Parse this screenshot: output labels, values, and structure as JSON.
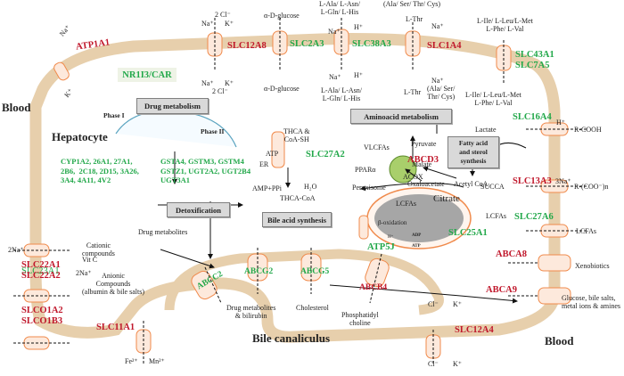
{
  "regions": {
    "blood_left": "Blood",
    "blood_right": "Blood",
    "hepatocyte": "Hepatocyte",
    "bile_canaliculus": "Bile canaliculus"
  },
  "colors": {
    "membrane": "#e7cfac",
    "transporter_fill": "#fde9dc",
    "transporter_stroke": "#f08a4b",
    "red_label": "#c0172b",
    "green_label": "#22a84a",
    "box_fill": "#d9d9d9"
  },
  "transporters": {
    "atp1a1": {
      "name": "ATP1A1",
      "out": "Na⁺",
      "in": "K⁺"
    },
    "slc12a8": {
      "name": "SLC12A8",
      "top1": "2 Cl⁻",
      "top2a": "Na⁺",
      "top2b": "K⁺",
      "bot1a": "Na⁺",
      "bot1b": "K⁺",
      "bot2": "2 Cl⁻"
    },
    "slc2a3": {
      "name": "SLC2A3",
      "top": "α-D-glucose",
      "bottom": "α-D-glucose"
    },
    "slc38a3": {
      "name": "SLC38A3",
      "top": "L-Ala/ L-Asn/\nL-Gln/ L-His",
      "top_na": "Na⁺",
      "top_h": "H⁺",
      "bot_na": "Na⁺",
      "bot_h": "H⁺",
      "bottom": "L-Ala/ L-Asn/\nL-Gln/ L-His"
    },
    "slc1a4": {
      "name": "SLC1A4",
      "top_sub": "(Ala/ Ser/ Thr/ Cys)",
      "top": "L-Thr",
      "top_na": "Na⁺",
      "bot_na": "Na⁺",
      "bottom": "L-Thr",
      "bottom_sub": "(Ala/ Ser/\nThr/ Cys)"
    },
    "slc43a1": {
      "name1": "SLC43A1",
      "name2": "SLC7A5",
      "top": "L-Ile/ L-Leu/L-Met\nL-Phe/ L-Val",
      "bottom": "L-Ile/ L-Leu/L-Met\nL-Phe/ L-Val"
    },
    "slc16a4": {
      "name": "SLC16A4",
      "h": "H⁺",
      "substrate": "R-COOH",
      "product": "Lactate"
    },
    "slc13a3": {
      "name": "SLC13A3",
      "na": "3Na⁺",
      "substrate": "R-(COO⁻)n",
      "product": "SUCCA"
    },
    "slc27a6": {
      "name": "SLC27A6",
      "substrate": "LCFAs",
      "product": "LCFAs"
    },
    "abca8": {
      "name": "ABCA8",
      "product": "Xenobiotics"
    },
    "abca9": {
      "name": "ABCA9",
      "product": "Glucose, bile salts,\nmetal ions & amines"
    },
    "slc12a4": {
      "name": "SLC12A4",
      "top_a": "Cl⁻",
      "top_b": "K⁺",
      "bot_a": "Cl⁻",
      "bot_b": "K⁺"
    },
    "slc11a1": {
      "name": "SLC11A1",
      "fe": "Fe²⁺",
      "mn": "Mn²⁺"
    },
    "slc23a1": {
      "name": "SLC23A1",
      "na_top": "2Na⁺",
      "na_bot": "2Na⁺",
      "substrate": "Vit C"
    },
    "slc22": {
      "name1": "SLC22A1",
      "name2": "SLC22A2",
      "substrate": "Cationic\ncompounds"
    },
    "slco": {
      "name1": "SLCO1A2",
      "name2": "SLCO1B3",
      "substrate": "Anionic\nCompounds\n(albumin & bile salts)"
    },
    "abcc2": {
      "name": "ABCC2"
    },
    "abcg2": {
      "name": "ABCG2",
      "product": "Drug metabolites\n& bilirubin"
    },
    "abcg5": {
      "name": "ABCG5",
      "product": "Cholesterol"
    },
    "abcb4": {
      "name": "ABCB4",
      "product": "Phosphatidyl\ncholine"
    },
    "slc27a2": {
      "name": "SLC27A2",
      "er": "ER",
      "atp": "ATP",
      "amp": "AMP+PPi",
      "h2o": "H₂O",
      "thca_coash": "THCA &\nCoA-SH",
      "thca_coa": "THCA-CoA"
    },
    "abcd3": {
      "name": "ABCD3",
      "ppar": "PPARα",
      "acox": "ACOX",
      "peroxisome": "Peroxisome",
      "vlcfas": "VLCFAs"
    },
    "slc25a1": {
      "name": "SLC25A1"
    },
    "atp5j": {
      "name": "ATP5J",
      "adp": "ADP",
      "atp": "ATP",
      "h": "H⁺",
      "beta_ox": "β-oxidation"
    }
  },
  "processes": {
    "nr1i3": "NR1I3/CAR",
    "drug_metabolism": "Drug metabolism",
    "phase1": "Phase I",
    "phase2": "Phase II",
    "cyp_list": "CYP1A2, 26A1, 27A1,\n2B6,  2C18, 2D15, 3A26,\n3A4, 4A11, 4V2",
    "gst_list": "GSTA4, GSTM3, GSTM4\nGSTZ1, UGT2A2, UGT2B4\nUGT3A1",
    "detoxification": "Detoxification",
    "drug_metabolites": "Drug metabolites",
    "bile_acid_synthesis": "Bile acid synthesis",
    "aminoacid_metabolism": "Aminoacid metabolism",
    "fatty_acid": "Fatty acid\nand sterol\nsynthesis"
  },
  "metabolites": {
    "pyruvate": "Pyruvate",
    "malate": "Malate",
    "oxaloacetate": "Oxaloacetate",
    "acetyl_coa": "Acetyl CoA",
    "citrate": "Citrate",
    "lcfas_left": "LCFAs",
    "lcfas_mid": "LCFAs"
  }
}
